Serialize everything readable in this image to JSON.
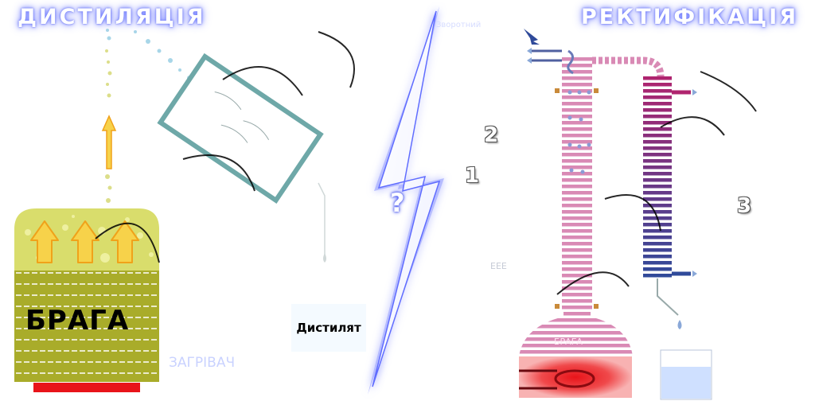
{
  "titles": {
    "left": "ДИСТИЛЯЦІЯ",
    "right": "РЕКТИФІКАЦІЯ"
  },
  "labels": {
    "tank": "БРАГА",
    "distillate": "Дистилят",
    "question": "?",
    "step_1": "1",
    "step_2": "2",
    "step_3": "3"
  },
  "faint_text": {
    "bottom": "ЗАГРІВАЧ",
    "top": "Зворотний",
    "mid": "ЕЕЕ",
    "flask": "БРАГА"
  },
  "colors": {
    "title_glow": "#6f7cff",
    "mash": "#a9ac2a",
    "foam": "#d9dd6c",
    "heater": "#e8141a",
    "condenser_outline": "#6ea8a8",
    "column_stripe": "#d98ab5",
    "condenser_gradient_top": "#b0246f",
    "condenser_gradient_bottom": "#2f4a9a",
    "lightning": "#5f6cff",
    "receiver_liquid": "#cfe0ff",
    "arrow_up": "#f0a21a"
  },
  "icons": {
    "lightning": "lightning-bolt-icon",
    "up_arrow": "up-arrow-icon",
    "water_drop": "water-drop-icon",
    "inlet_arrow": "inlet-arrow-icon"
  }
}
